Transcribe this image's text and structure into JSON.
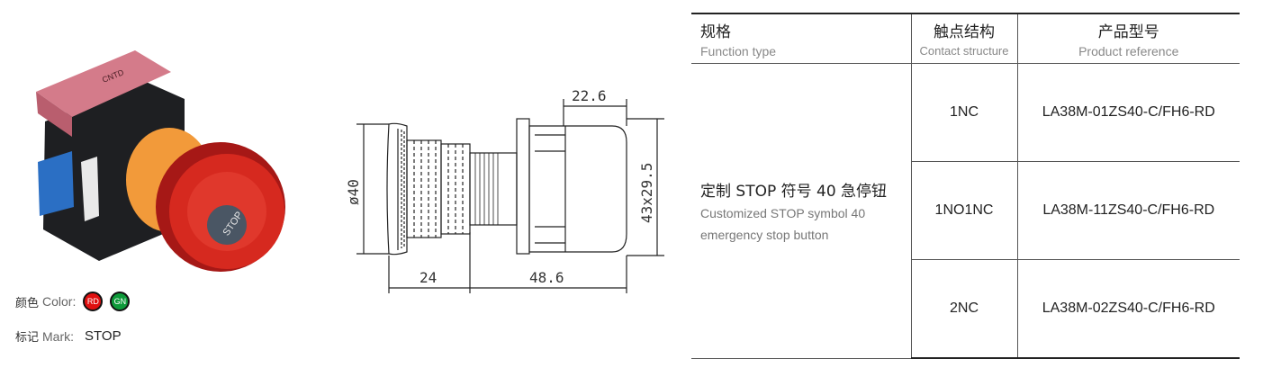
{
  "labels": {
    "color_cn": "颜色",
    "color_en": "Color:",
    "mark_cn": "标记",
    "mark_en": "Mark:",
    "mark_value": "STOP",
    "button_text": "STOP"
  },
  "colors": [
    {
      "code": "RD",
      "hex": "#e01010"
    },
    {
      "code": "GN",
      "hex": "#0e9a3a"
    }
  ],
  "drawing": {
    "dim_top": "22.6",
    "dim_left": "ø40",
    "dim_right": "43x29.5",
    "dim_bottom_left": "24",
    "dim_bottom_right": "48.6"
  },
  "table": {
    "headers": [
      {
        "cn": "规格",
        "en": "Function type"
      },
      {
        "cn": "触点结构",
        "en": "Contact structure"
      },
      {
        "cn": "产品型号",
        "en": "Product reference"
      }
    ],
    "function": {
      "cn": "定制 STOP 符号 40 急停钮",
      "en_line1": "Customized STOP symbol 40",
      "en_line2": "emergency stop button"
    },
    "rows": [
      {
        "contact": "1NC",
        "reference": "LA38M-01ZS40-C/FH6-RD"
      },
      {
        "contact": "1NO1NC",
        "reference": "LA38M-11ZS40-C/FH6-RD"
      },
      {
        "contact": "2NC",
        "reference": "LA38M-02ZS40-C/FH6-RD"
      }
    ]
  }
}
